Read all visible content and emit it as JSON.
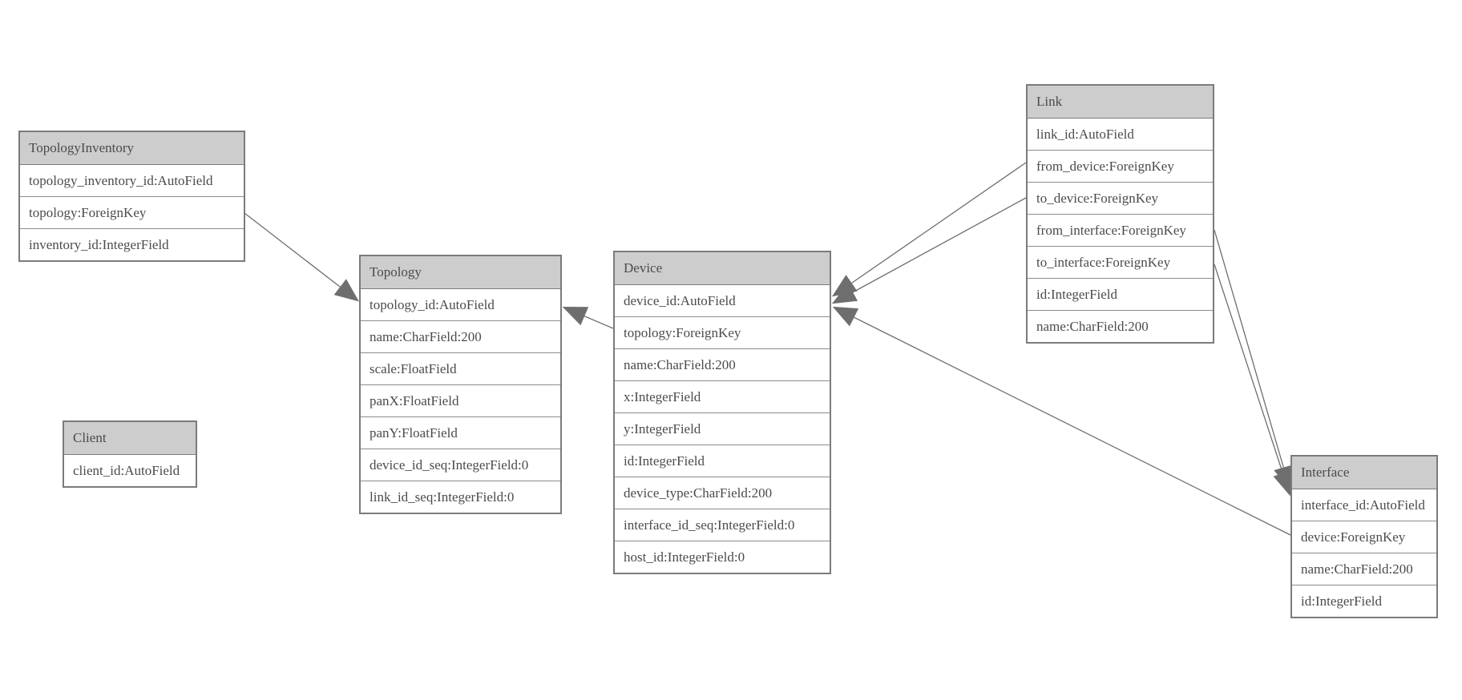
{
  "diagram_type": "entity-relationship-model-graph",
  "colors": {
    "background": "#ffffff",
    "header_fill": "#cdcdcd",
    "border": "#7b7b7b",
    "row_divider": "#8c8c8c",
    "text": "#4b4b4b",
    "edge_line": "#6e6e6e",
    "arrowhead": "#6e6e6e"
  },
  "entities": {
    "topology_inventory": {
      "title": "TopologyInventory",
      "fields": [
        "topology_inventory_id:AutoField",
        "topology:ForeignKey",
        "inventory_id:IntegerField"
      ]
    },
    "topology": {
      "title": "Topology",
      "fields": [
        "topology_id:AutoField",
        "name:CharField:200",
        "scale:FloatField",
        "panX:FloatField",
        "panY:FloatField",
        "device_id_seq:IntegerField:0",
        "link_id_seq:IntegerField:0"
      ]
    },
    "client": {
      "title": "Client",
      "fields": [
        "client_id:AutoField"
      ]
    },
    "device": {
      "title": "Device",
      "fields": [
        "device_id:AutoField",
        "topology:ForeignKey",
        "name:CharField:200",
        "x:IntegerField",
        "y:IntegerField",
        "id:IntegerField",
        "device_type:CharField:200",
        "interface_id_seq:IntegerField:0",
        "host_id:IntegerField:0"
      ]
    },
    "link": {
      "title": "Link",
      "fields": [
        "link_id:AutoField",
        "from_device:ForeignKey",
        "to_device:ForeignKey",
        "from_interface:ForeignKey",
        "to_interface:ForeignKey",
        "id:IntegerField",
        "name:CharField:200"
      ]
    },
    "interface": {
      "title": "Interface",
      "fields": [
        "interface_id:AutoField",
        "device:ForeignKey",
        "name:CharField:200",
        "id:IntegerField"
      ]
    }
  },
  "relationships": [
    {
      "from": "TopologyInventory.topology",
      "to": "Topology.topology_id"
    },
    {
      "from": "Device.topology",
      "to": "Topology.topology_id"
    },
    {
      "from": "Link.from_device",
      "to": "Device.device_id"
    },
    {
      "from": "Link.to_device",
      "to": "Device.device_id"
    },
    {
      "from": "Interface.device",
      "to": "Device.device_id"
    },
    {
      "from": "Link.from_interface",
      "to": "Interface.interface_id"
    },
    {
      "from": "Link.to_interface",
      "to": "Interface.interface_id"
    }
  ]
}
